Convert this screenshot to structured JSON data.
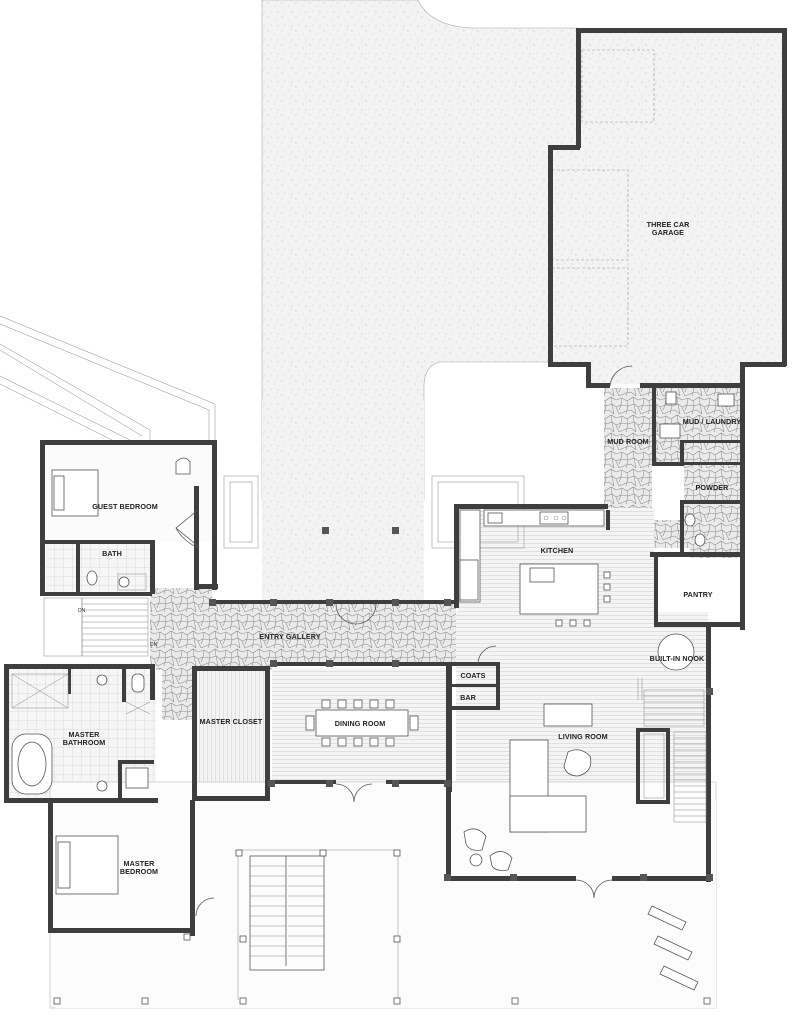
{
  "rooms": {
    "three_car_garage": [
      "THREE CAR",
      "GARAGE"
    ],
    "mud_room": "MUD ROOM",
    "mud_laundry": "MUD / LAUNDRY",
    "powder": "POWDER",
    "guest_bedroom": "GUEST BEDROOM",
    "bath": "BATH",
    "kitchen": "KITCHEN",
    "pantry": "PANTRY",
    "built_in_nook": "BUILT-IN NOOK",
    "entry_gallery": "ENTRY GALLERY",
    "coats": "COATS",
    "bar": "BAR",
    "master_closet": "MASTER CLOSET",
    "dining_room": "DINING ROOM",
    "living_room": "LIVING ROOM",
    "master_bathroom": [
      "MASTER",
      "BATHROOM"
    ],
    "master_bedroom": [
      "MASTER",
      "BEDROOM"
    ]
  },
  "stair_markers": {
    "down_a": "DN",
    "down_b": "DN"
  },
  "colors": {
    "wall": "#3e3e3e",
    "paving": "#efefef",
    "stone": "#e6e6e6",
    "wood": "#f2f2f2"
  }
}
